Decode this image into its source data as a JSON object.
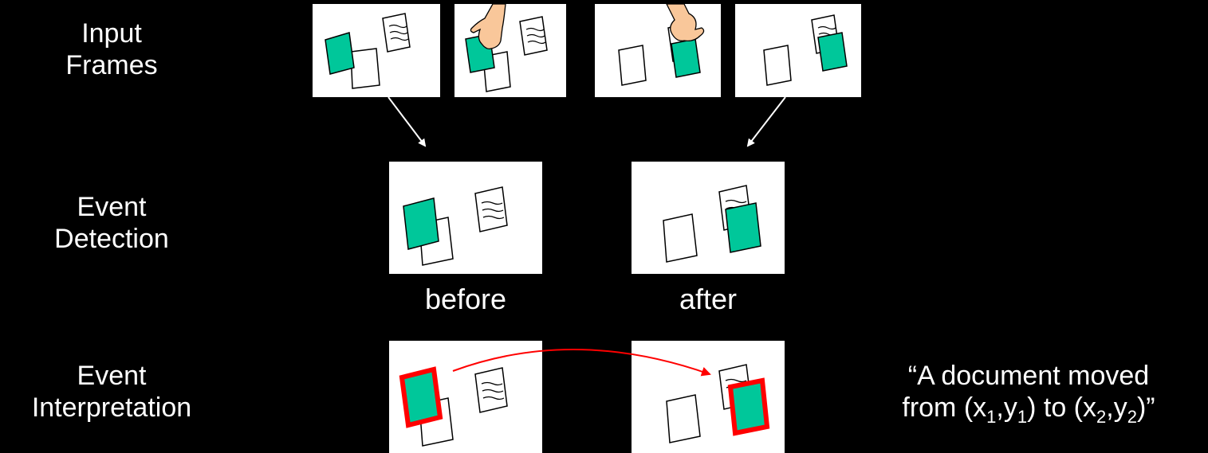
{
  "rows": {
    "input": {
      "line1": "Input",
      "line2": "Frames"
    },
    "detection": {
      "line1": "Event",
      "line2": "Detection"
    },
    "interpretation": {
      "line1": "Event",
      "line2": "Interpretation"
    }
  },
  "captions": {
    "before": "before",
    "after": "after"
  },
  "quote": {
    "open": "“A document moved",
    "from": "from (x",
    "s1": "1",
    "comma1": ",y",
    "s2": "1",
    "to": ") to (x",
    "s3": "2",
    "comma2": ",y",
    "s4": "2",
    "close": ")”"
  },
  "colors": {
    "background": "#000000",
    "document_fill": "#00C79A",
    "highlight": "#FF0000",
    "hand": "#F9C79A"
  }
}
